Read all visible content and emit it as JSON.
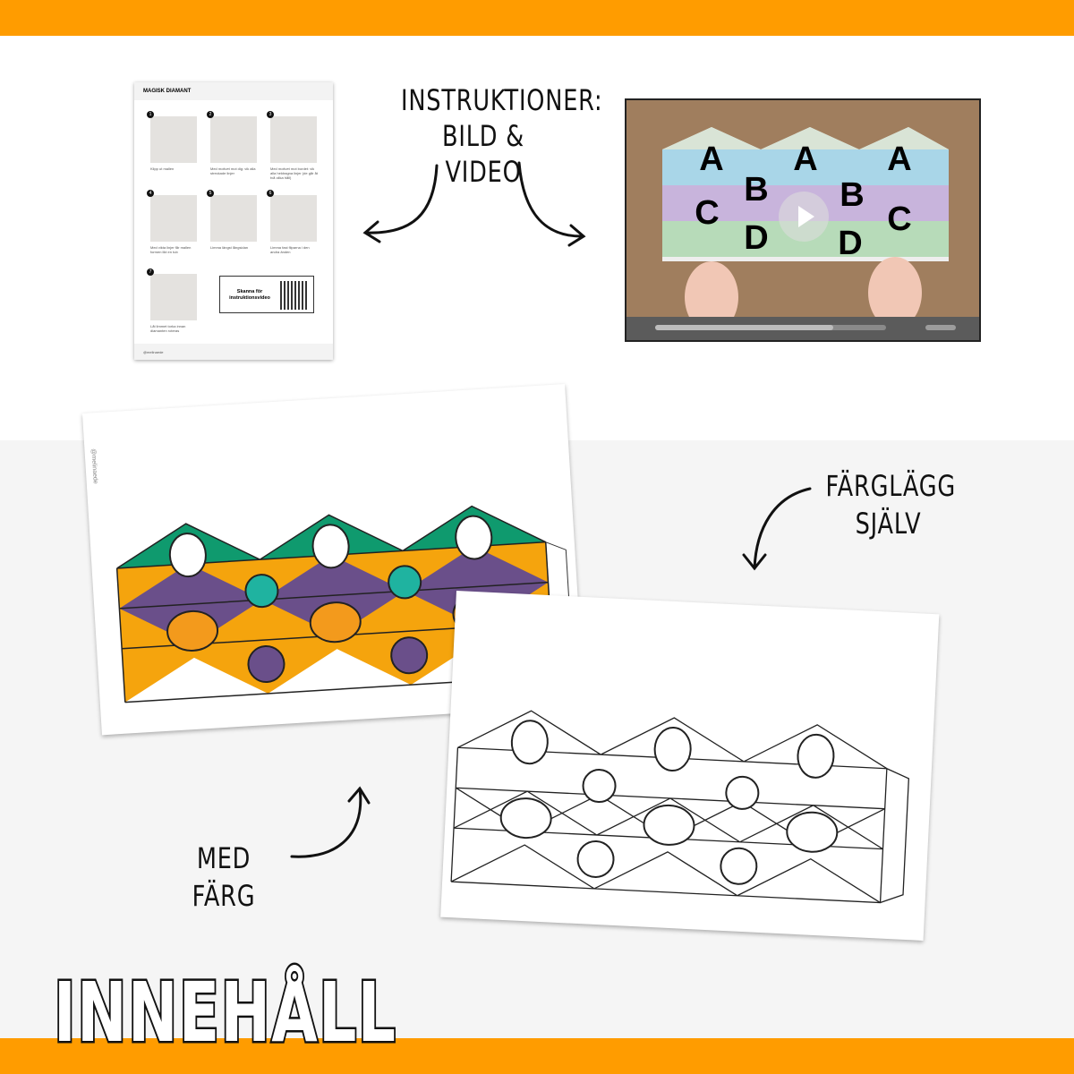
{
  "colors": {
    "accent": "#ff9c00",
    "green": "#0f9a6e",
    "orange": "#f5a40d",
    "purple": "#6a4f8a"
  },
  "labels": {
    "instructions": [
      "INSTRUKTIONER:",
      "BILD & VIDEO"
    ],
    "color_yourself": [
      "FÄRGLÄGG",
      "SJÄLV"
    ],
    "with_color": "MED FÄRG",
    "title": "INNEHÅLL"
  },
  "instruction_sheet": {
    "title": "MAGISK DIAMANT",
    "steps": [
      {
        "n": "1",
        "caption": "Klipp ut mallen"
      },
      {
        "n": "2",
        "caption": "Med motivet mot dig: vik alla streckade linjer"
      },
      {
        "n": "3",
        "caption": "Med motivet mot bordet: vik alla heldragna linjer (de går åt två olika håll)"
      },
      {
        "n": "4",
        "caption": "Med vikta linjer får mallen formen likt en tub"
      },
      {
        "n": "5",
        "caption": "Limma längst långsidan"
      },
      {
        "n": "6",
        "caption": "Limma fast fliparna i den andra änden"
      },
      {
        "n": "7",
        "caption": "Låt limmet torka innan diamanten roteras"
      }
    ],
    "qr_label": "Skanna för instruktionsvideo",
    "footer": "@melinaede"
  },
  "video": {
    "letters": [
      "A",
      "B",
      "C",
      "D"
    ],
    "progress": 0.77
  },
  "template_watermark": "@melinaede"
}
